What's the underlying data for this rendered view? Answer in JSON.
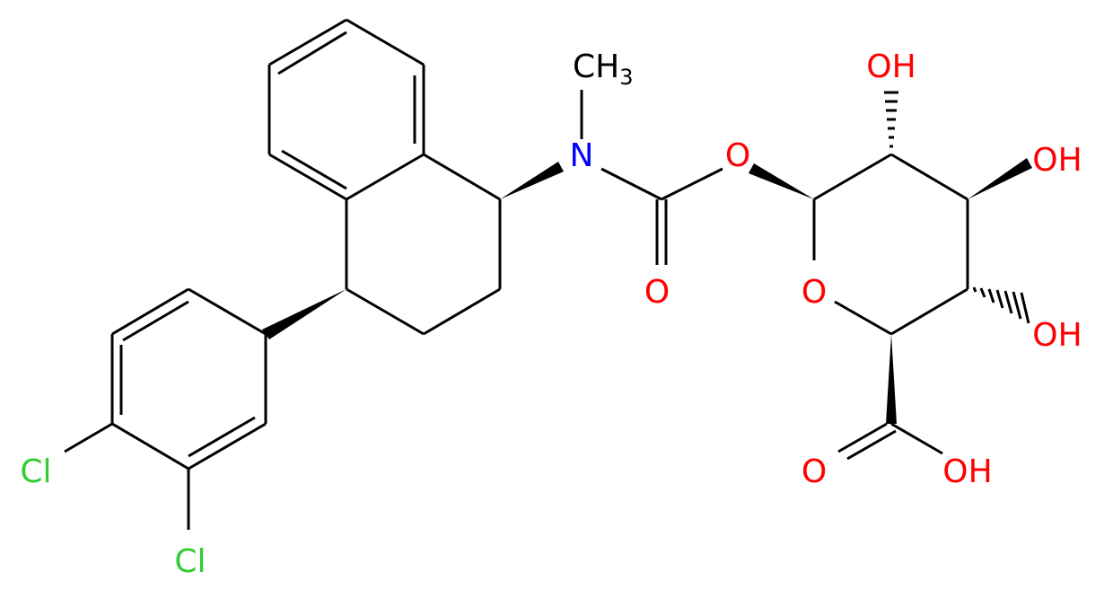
{
  "molecule": {
    "colors": {
      "bond": "#000000",
      "oxygen": "#ff0000",
      "nitrogen": "#0000ff",
      "chlorine": "#33cc33"
    },
    "labels": {
      "methyl": "CH",
      "methyl_subscript": "3",
      "nitrogen": "N",
      "ester_oxygen": "O",
      "carbonyl_oxygen": "O",
      "ring_oxygen": "O",
      "hydroxyl_top": "OH",
      "hydroxyl_right": "OH",
      "hydroxyl_lower": "OH",
      "acid_carbonyl_oxygen": "O",
      "acid_hydroxyl": "OH",
      "chlorine_1": "Cl",
      "chlorine_2": "Cl"
    }
  }
}
